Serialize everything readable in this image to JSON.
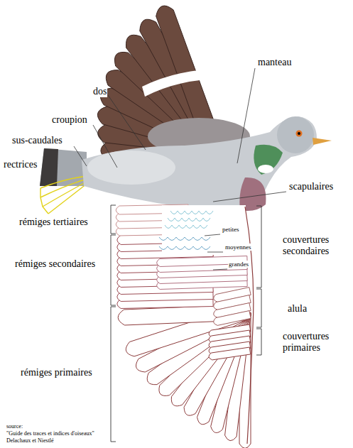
{
  "diagram": {
    "labels": [
      "manteau",
      "dos",
      "croupion",
      "sus-caudales",
      "rectrices",
      "scapulaires",
      "rémiges tertiaires",
      "petites",
      "moyennes",
      "grandes",
      "couvertures secondaires",
      "rémiges secondaires",
      "alula",
      "couvertures primaires",
      "rémiges primaires",
      "source:",
      "\"Guide des traces et indices d'oiseaux\"",
      "Delachaux et Niestlé"
    ]
  }
}
